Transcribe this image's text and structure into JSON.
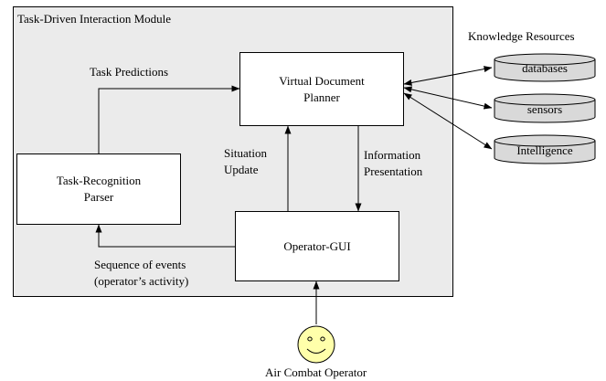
{
  "module": {
    "title": "Task-Driven Interaction Module"
  },
  "resources": {
    "heading": "Knowledge Resources",
    "items": [
      "databases",
      "sensors",
      "Intelligence"
    ]
  },
  "boxes": {
    "planner": {
      "line1": "Virtual Document",
      "line2": "Planner"
    },
    "parser": {
      "line1": "Task-Recognition",
      "line2": "Parser"
    },
    "gui": {
      "label": "Operator-GUI"
    }
  },
  "edges": {
    "task_predictions": "Task Predictions",
    "situation_update": {
      "line1": "Situation",
      "line2": "Update"
    },
    "information_presentation": {
      "line1": "Information",
      "line2": "Presentation"
    },
    "sequence": {
      "line1": "Sequence of events",
      "line2": "(operator’s activity)"
    }
  },
  "actor": {
    "label": "Air Combat Operator"
  },
  "colors": {
    "module_fill": "#ebebeb",
    "cylinder_fill": "#d9d9d9",
    "actor_fill": "#ffffaa"
  }
}
